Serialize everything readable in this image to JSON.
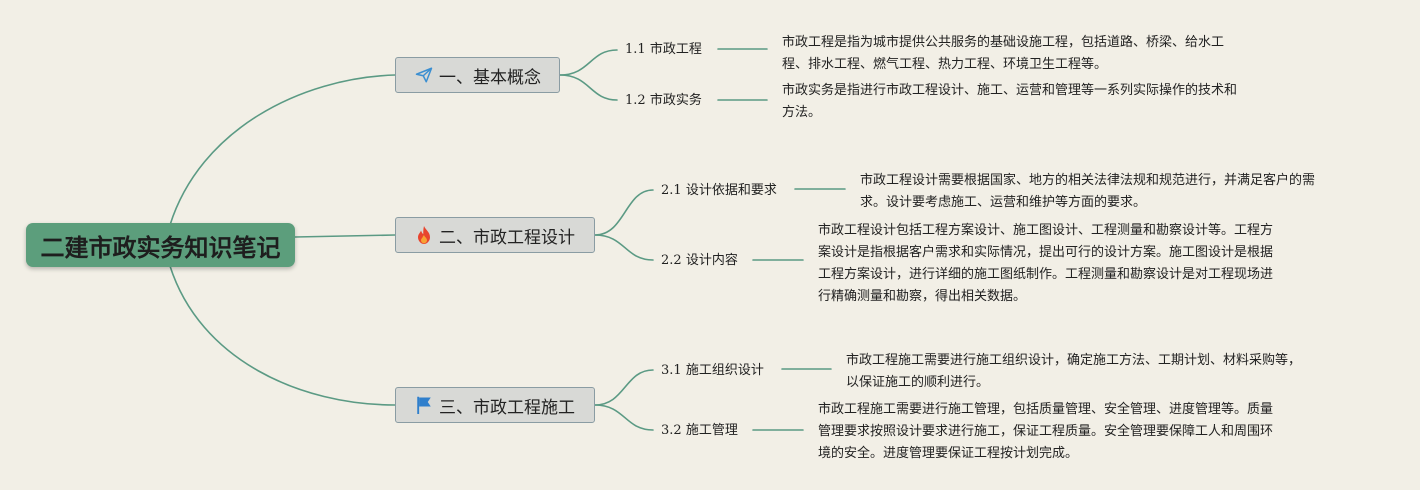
{
  "root": {
    "title": "二建市政实务知识笔记"
  },
  "branches": [
    {
      "label": "一、基本概念",
      "icon": "paper-plane-icon",
      "children": [
        {
          "number": "1.1",
          "title": "市政工程",
          "text": "市政工程是指为城市提供公共服务的基础设施工程，包括道路、桥梁、给水工\n程、排水工程、燃气工程、热力工程、环境卫生工程等。"
        },
        {
          "number": "1.2",
          "title": "市政实务",
          "text": "市政实务是指进行市政工程设计、施工、运营和管理等一系列实际操作的技术和\n方法。"
        }
      ]
    },
    {
      "label": "二、市政工程设计",
      "icon": "flame-icon",
      "children": [
        {
          "number": "2.1",
          "title": "设计依据和要求",
          "text": "市政工程设计需要根据国家、地方的相关法律法规和规范进行，并满足客户的需\n求。设计要考虑施工、运营和维护等方面的要求。"
        },
        {
          "number": "2.2",
          "title": "设计内容",
          "text": "市政工程设计包括工程方案设计、施工图设计、工程测量和勘察设计等。工程方\n案设计是指根据客户需求和实际情况，提出可行的设计方案。施工图设计是根据\n工程方案设计，进行详细的施工图纸制作。工程测量和勘察设计是对工程现场进\n行精确测量和勘察，得出相关数据。"
        }
      ]
    },
    {
      "label": "三、市政工程施工",
      "icon": "flag-icon",
      "children": [
        {
          "number": "3.1",
          "title": "施工组织设计",
          "text": "市政工程施工需要进行施工组织设计，确定施工方法、工期计划、材料采购等，\n以保证施工的顺利进行。"
        },
        {
          "number": "3.2",
          "title": "施工管理",
          "text": "市政工程施工需要进行施工管理，包括质量管理、安全管理、进度管理等。质量\n管理要求按照设计要求进行施工，保证工程质量。安全管理要保障工人和周围环\n境的安全。进度管理要保证工程按计划完成。"
        }
      ]
    }
  ],
  "colors": {
    "root_fill": "#5c9e7c",
    "connector": "#5b9a84",
    "branch_fill": "#d8d9d6",
    "background": "#f2efe6"
  }
}
